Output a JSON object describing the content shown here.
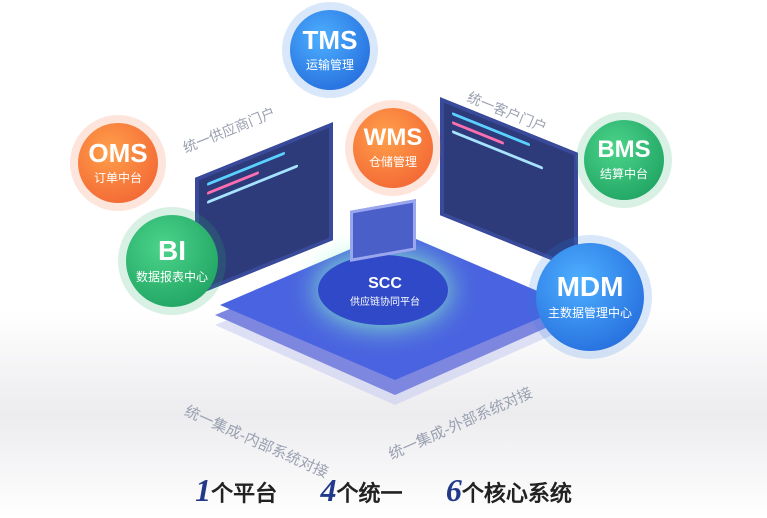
{
  "nodes": [
    {
      "id": "tms",
      "title": "TMS",
      "subtitle": "运输管理",
      "color": "#2f7be6"
    },
    {
      "id": "oms",
      "title": "OMS",
      "subtitle": "订单中台",
      "color": "#f3703a"
    },
    {
      "id": "wms",
      "title": "WMS",
      "subtitle": "仓储管理",
      "color": "#f3703a"
    },
    {
      "id": "bms",
      "title": "BMS",
      "subtitle": "结算中台",
      "color": "#2bb36a"
    },
    {
      "id": "bi",
      "title": "BI",
      "subtitle": "数据报表中心",
      "color": "#2bb36a"
    },
    {
      "id": "mdm",
      "title": "MDM",
      "subtitle": "主数据管理中心",
      "color": "#2f7be6"
    }
  ],
  "center": {
    "title": "SCC",
    "subtitle": "供应链协同平台"
  },
  "labels": {
    "supplier_portal": "统一供应商门户",
    "customer_portal": "统一客户门户",
    "internal": "统一集成-内部系统对接",
    "external": "统一集成-外部系统对接"
  },
  "footer": [
    {
      "num": "1",
      "text": "个平台"
    },
    {
      "num": "4",
      "text": "个统一"
    },
    {
      "num": "6",
      "text": "个核心系统"
    }
  ]
}
